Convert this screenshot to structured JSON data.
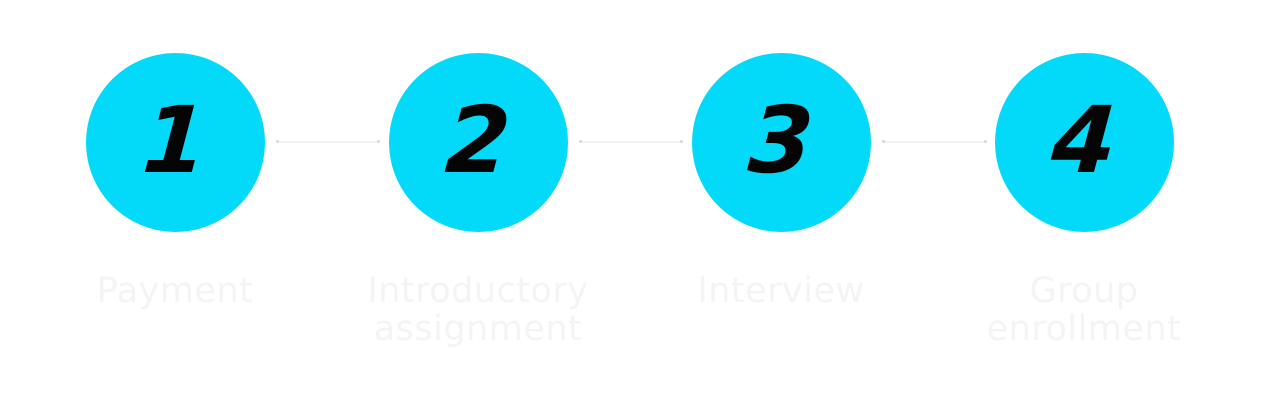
{
  "colors": {
    "circle": "#03d9f8",
    "number": "#050505",
    "label": "#f4f4f4",
    "connector": "#f1f1f1"
  },
  "steps": [
    {
      "number": "1",
      "label": "Payment"
    },
    {
      "number": "2",
      "label": "Introductory assignment"
    },
    {
      "number": "3",
      "label": "Interview"
    },
    {
      "number": "4",
      "label": "Group enrollment"
    }
  ]
}
